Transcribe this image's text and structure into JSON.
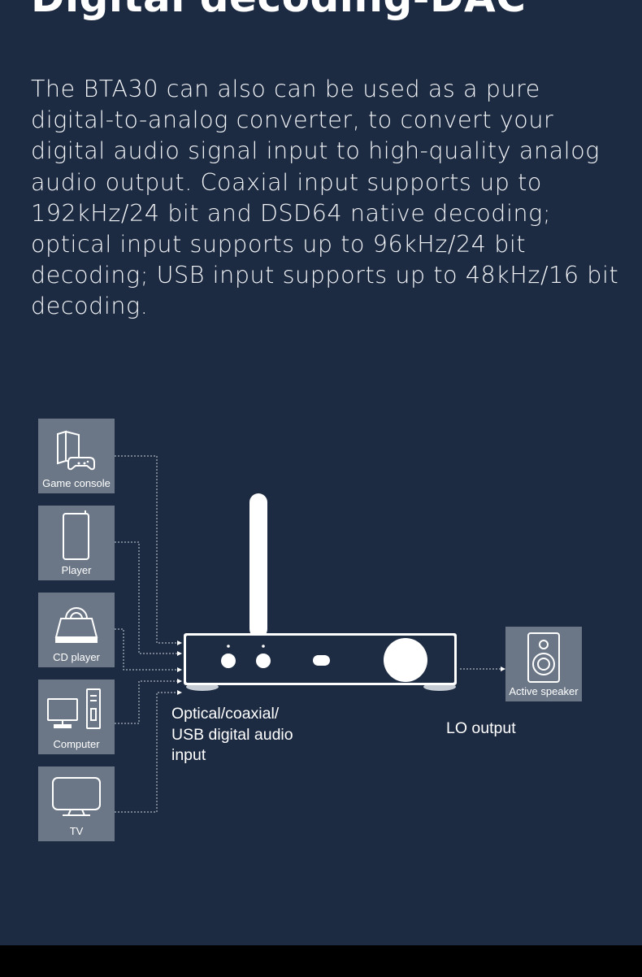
{
  "title": "Digital decoding-DAC",
  "description": "The BTA30 can also can be used as a pure digital-to-analog converter, to convert your digital audio signal input to high-quality analog audio output. Coaxial input supports up to 192kHz/24 bit and DSD64 native decoding; optical input supports up to 96kHz/24 bit decoding; USB input supports up to 48kHz/16 bit decoding.",
  "diagram": {
    "sources": [
      {
        "label": "Game console",
        "icon": "game-console-icon"
      },
      {
        "label": "Player",
        "icon": "player-icon"
      },
      {
        "label": "CD player",
        "icon": "cd-player-icon"
      },
      {
        "label": "Computer",
        "icon": "computer-icon"
      },
      {
        "label": "TV",
        "icon": "tv-icon"
      }
    ],
    "device_icon": "bta30-dac-device",
    "input_caption": "Optical/coaxial/\nUSB digital audio\ninput",
    "output": {
      "label": "Active speaker",
      "icon": "active-speaker-icon"
    },
    "output_caption": "LO output",
    "colors": {
      "background": "#1d2b42",
      "tile": "#6b7787",
      "line": "#c9d1dc"
    }
  }
}
